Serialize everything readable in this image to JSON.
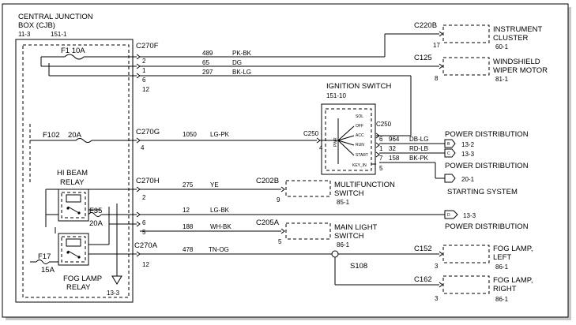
{
  "cjb": {
    "title_1": "CENTRAL JUNCTION",
    "title_2": "BOX (CJB)",
    "ref_1": "11-3",
    "ref_2": "151-1"
  },
  "fuses": {
    "f1": "F1 10A",
    "f102": "F102",
    "f102_amp": "20A",
    "f35": "F35",
    "f35_amp": "20A",
    "f17": "F17",
    "f17_amp": "15A"
  },
  "relays": {
    "hi_beam_1": "HI BEAM",
    "hi_beam_2": "RELAY",
    "fog_lamp_1": "FOG LAMP",
    "fog_lamp_2": "RELAY",
    "ground_ref": "13-3"
  },
  "connectors": {
    "c270f": "C270F",
    "c270g": "C270G",
    "c270h": "C270H",
    "c270a": "C270A",
    "c220b": "C220B",
    "c125": "C125",
    "c250a": "C250",
    "c250b": "C250",
    "c202b": "C202B",
    "c205a": "C205A",
    "c152": "C152",
    "c162": "C162",
    "s108": "S108"
  },
  "pins": {
    "f_2": "2",
    "f_1": "1",
    "f_6": "6",
    "f_12": "12",
    "g_4": "4",
    "h_2": "2",
    "h_6": "6",
    "h_5": "5",
    "a_12": "12",
    "ic_17": "17",
    "wm_8": "8",
    "ig_4": "4",
    "ig_6": "6",
    "ig_1": "1",
    "ig_7": "7",
    "ig_5": "5",
    "mf_9": "9",
    "ml_5": "5",
    "fl_3": "3",
    "fr_3": "3"
  },
  "wires": [
    {
      "circuit": "489",
      "color": "PK-BK"
    },
    {
      "circuit": "65",
      "color": "DG"
    },
    {
      "circuit": "297",
      "color": "BK-LG"
    },
    {
      "circuit": "1050",
      "color": "LG-PK"
    },
    {
      "circuit": "964",
      "color": "DB-LG"
    },
    {
      "circuit": "32",
      "color": "RD-LB"
    },
    {
      "circuit": "158",
      "color": "BK-PK"
    },
    {
      "circuit": "275",
      "color": "YE"
    },
    {
      "circuit": "12",
      "color": "LG-BK"
    },
    {
      "circuit": "188",
      "color": "WH-BK"
    },
    {
      "circuit": "478",
      "color": "TN-OG"
    }
  ],
  "ignition": {
    "title": "IGNITION SWITCH",
    "ref": "151-10",
    "positions": [
      "SOL",
      "OFF",
      "ACC",
      "RUN",
      "START",
      "KEY_IN"
    ],
    "pwr": "PWR"
  },
  "components": {
    "instrument_1": "INSTRUMENT",
    "instrument_2": "CLUSTER",
    "instrument_ref": "60-1",
    "wiper_1": "WINDSHIELD",
    "wiper_2": "WIPER MOTOR",
    "wiper_ref": "81-1",
    "multi_1": "MULTIFUNCTION",
    "multi_2": "SWITCH",
    "multi_ref": "85-1",
    "mainlight_1": "MAIN LIGHT",
    "mainlight_2": "SWITCH",
    "mainlight_ref": "86-1",
    "fogl_1": "FOG LAMP,",
    "fogl_2": "LEFT",
    "fogl_ref": "86-1",
    "fogr_1": "FOG LAMP,",
    "fogr_2": "RIGHT",
    "fogr_ref": "86-1"
  },
  "destinations": {
    "pd_1": "POWER DISTRIBUTION",
    "pd_1_ref1": "13-2",
    "pd_1_ref2": "13-3",
    "pd_2": "POWER DISTRIBUTION",
    "pd_2_ref": "20-1",
    "starting": "STARTING SYSTEM",
    "pd_3_ref": "13-3",
    "pd_3": "POWER DISTRIBUTION",
    "arrow_b": "B",
    "arrow_c": "C",
    "arrow_d": "D"
  }
}
